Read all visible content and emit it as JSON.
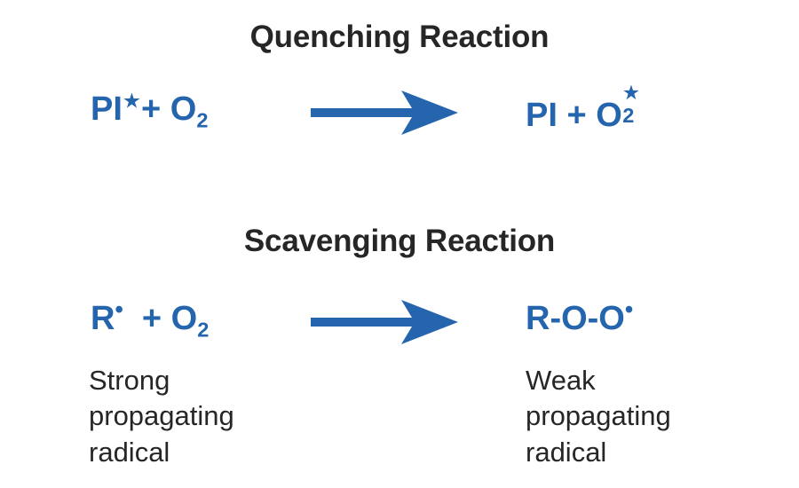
{
  "background_color": "#ffffff",
  "accent_color": "#2565ae",
  "text_color": "#262626",
  "sections": [
    {
      "title": "Quenching Reaction",
      "reactants": {
        "species": "PI",
        "modifier": "★",
        "plus": "+",
        "second_species": "O",
        "second_subscript": "2",
        "full_text": "PI★ + O2"
      },
      "arrow": {
        "icon": "right-arrow-icon",
        "direction": "right",
        "color": "#2565ae"
      },
      "products": {
        "species": "PI",
        "plus": "+",
        "second_species": "O",
        "second_subscript": "2",
        "second_superscript": "★",
        "full_text": "PI + O2★"
      }
    },
    {
      "title": "Scavenging Reaction",
      "reactants": {
        "species": "R",
        "modifier": "•",
        "plus": "+",
        "second_species": "O",
        "second_subscript": "2",
        "full_text": "R• + O2"
      },
      "arrow": {
        "icon": "right-arrow-icon",
        "direction": "right",
        "color": "#2565ae"
      },
      "products": {
        "species": "R-O-O",
        "modifier": "•",
        "full_text": "R-O-O•"
      },
      "captions": {
        "left": "Strong\npropagating\nradical",
        "right": "Weak\npropagating\nradical"
      }
    }
  ]
}
